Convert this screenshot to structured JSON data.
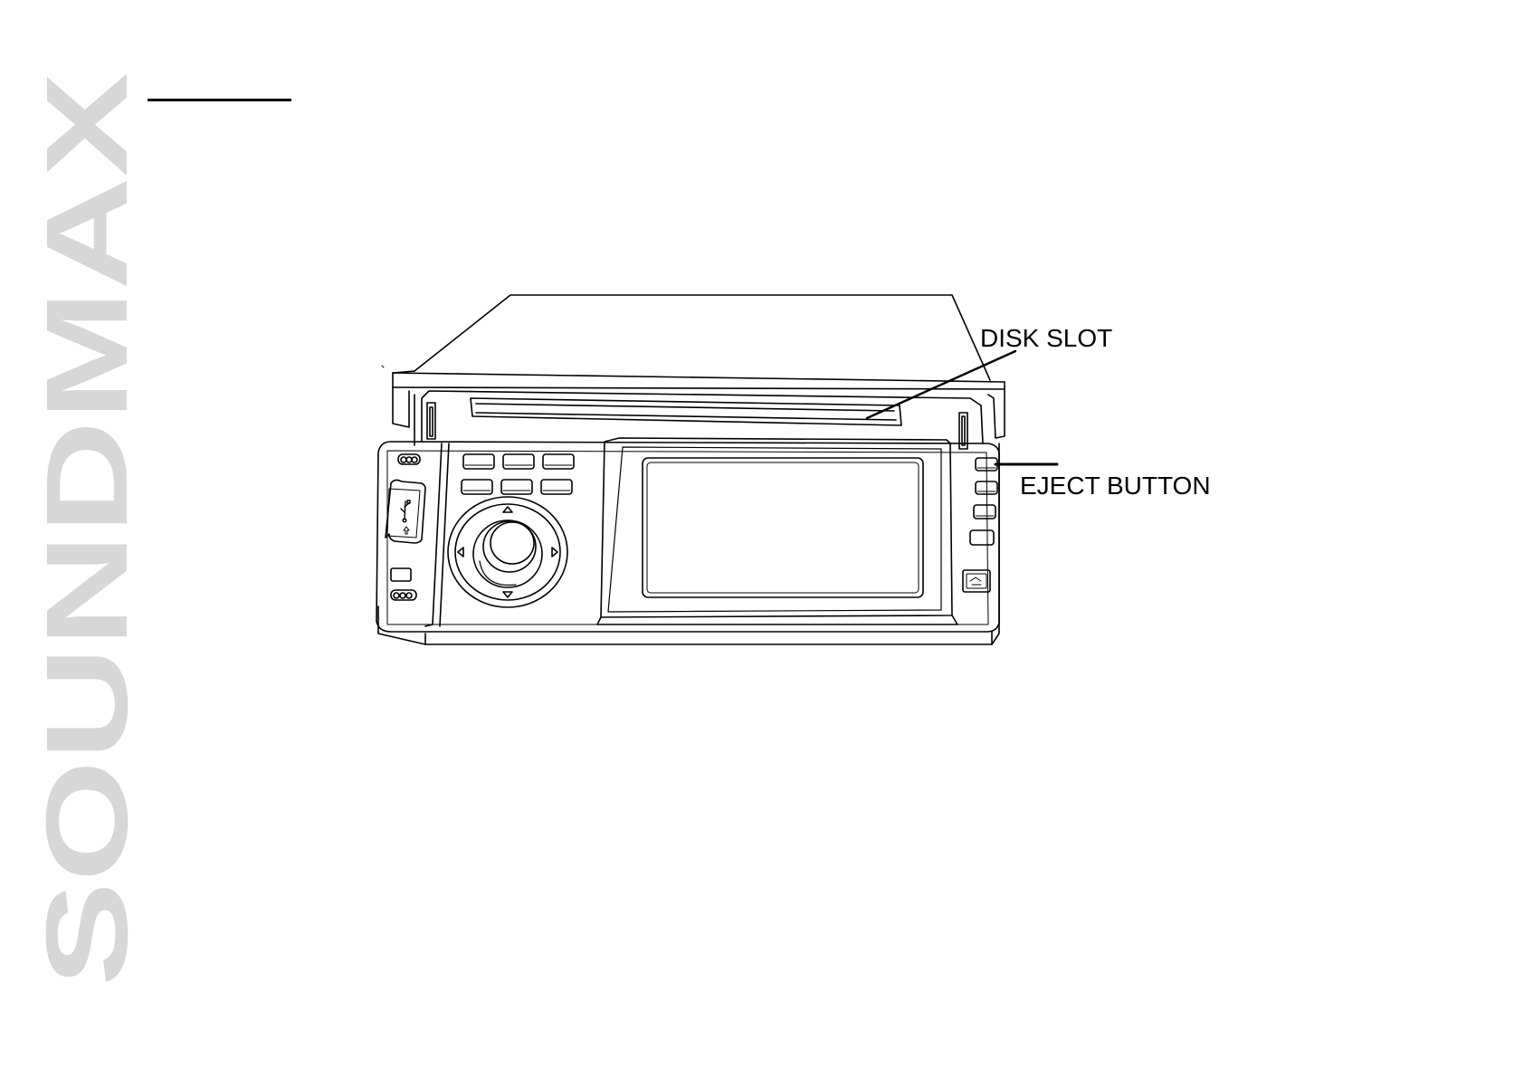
{
  "brand": {
    "name": "SOUNDMAX",
    "color": "#d7d7d7"
  },
  "callouts": {
    "disk_slot": "DISK SLOT",
    "eject_button": "EJECT BUTTON"
  },
  "colors": {
    "line": "#000000",
    "faint_line": "#444444"
  }
}
